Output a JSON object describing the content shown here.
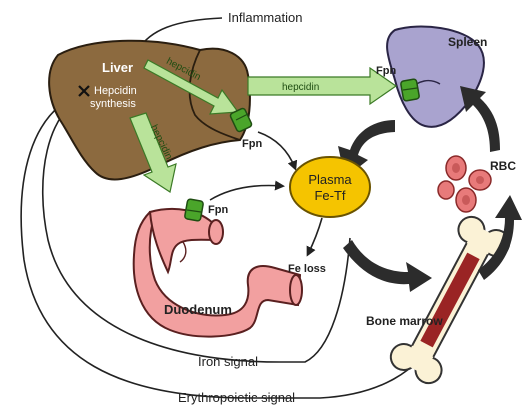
{
  "labels": {
    "inflammation": "Inflammation",
    "liver": "Liver",
    "hepcidin_synthesis_line1": "Hepcidin",
    "hepcidin_synthesis_line2": "synthesis",
    "hepcidin_to_liver_fpn": "hepcidin",
    "hepcidin_to_spleen": "hepcidin",
    "hepcidin_to_duodenum": "hepcidin",
    "fpn_liver": "Fpn",
    "fpn_spleen": "Fpn",
    "fpn_duodenum": "Fpn",
    "spleen": "Spleen",
    "plasma_line1": "Plasma",
    "plasma_line2": "Fe-Tf",
    "fe_loss": "Fe loss",
    "rbc": "RBC",
    "duodenum": "Duodenum",
    "bone_marrow": "Bone marrow",
    "iron_signal": "Iron signal",
    "erythropoietic_signal": "Erythropoietic signal"
  },
  "colors": {
    "liver": "#8c6a3f",
    "liver_lobe": "#7d5e35",
    "spleen": "#a9a3cf",
    "duodenum": "#f2a0a0",
    "plasma": "#f5c400",
    "fpn": "#4aa52a",
    "hepcidin_arrow": "#b9e39a",
    "rbc": "#e87a7a",
    "bone": "#fbf2d6",
    "marrow": "#9a2424",
    "cycle_arrow": "#2c2c2c"
  },
  "icons": [
    "inhibition-cross-icon",
    "fpn-channel-icon"
  ]
}
